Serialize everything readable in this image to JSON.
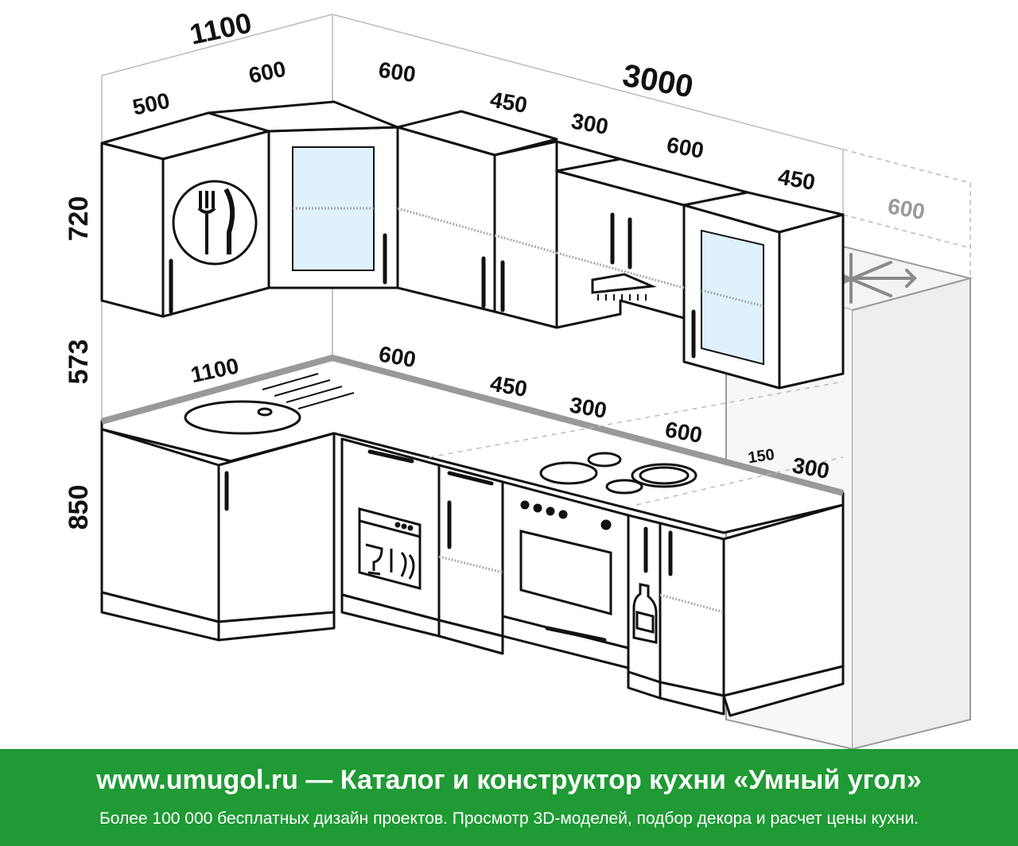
{
  "dimensions": {
    "top_left_width": "1100",
    "top_right_width": "3000",
    "wall_cabinet_corner_left": "500",
    "wall_cabinet_corner_right": "600",
    "wall_cabinet_1": "600",
    "wall_cabinet_2": "450",
    "wall_cabinet_hood": "300",
    "wall_cabinet_3": "600",
    "wall_cabinet_4": "450",
    "fridge_width": "600",
    "wall_height": "720",
    "gap_height": "573",
    "base_height": "850",
    "counter_left": "1100",
    "counter_1": "600",
    "counter_2": "450",
    "counter_3": "300",
    "counter_4": "600",
    "counter_5": "300",
    "counter_6": "150"
  },
  "colors": {
    "banner": "#1f9a34",
    "line": "#111111",
    "fridge_outline": "#9a9a9a"
  },
  "icons": [
    "cutlery-icon",
    "snowflake-icon",
    "dishwasher-icon",
    "oven-icon",
    "cooktop-icon",
    "hood-icon",
    "bottle-icon",
    "sink-icon"
  ],
  "banner": {
    "title": "www.umugol.ru — Каталог и конструктор кухни «Умный угол»",
    "subtitle": "Более 100 000 бесплатных дизайн проектов. Просмотр 3D-моделей, подбор декора и расчет цены кухни."
  }
}
